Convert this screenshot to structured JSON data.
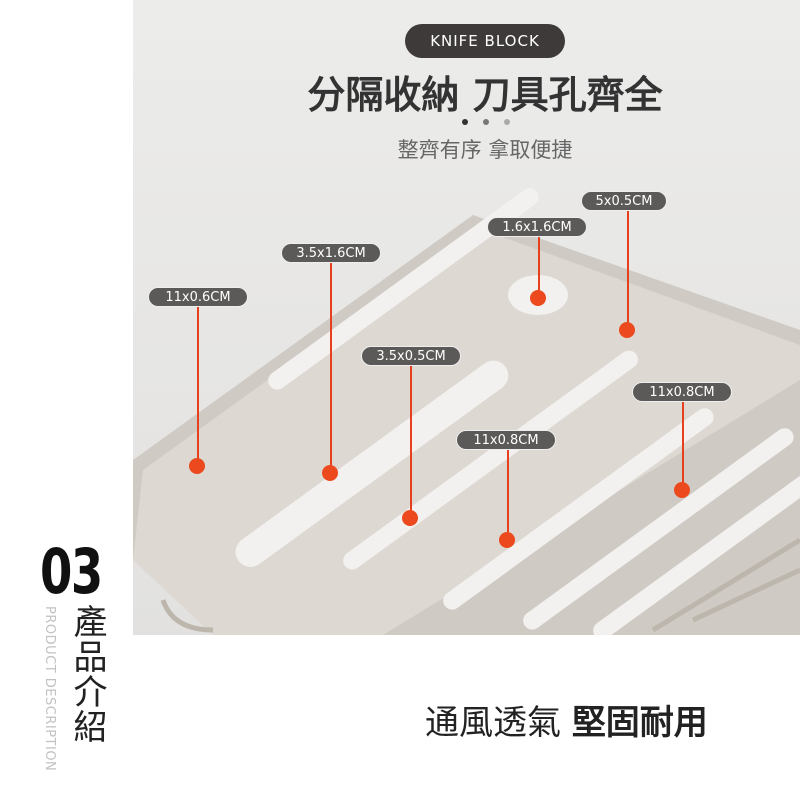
{
  "header": {
    "badge": "KNIFE BLOCK",
    "title": "分隔收納 刀具孔齊全",
    "subtitle": "整齊有序 拿取便捷",
    "dot_colors": [
      "#333333",
      "#777777",
      "#aaaaaa"
    ]
  },
  "dimensions": [
    "11x0.6CM",
    "3.5x1.6CM",
    "3.5x0.5CM",
    "1.6x1.6CM",
    "5x0.5CM",
    "11x0.8CM",
    "11x0.8CM"
  ],
  "section": {
    "number": "03",
    "title": "產品介紹",
    "english": "PRODUCT DESCRIPTION"
  },
  "footer": {
    "text_regular": "通風透氣",
    "text_bold": "堅固耐用"
  },
  "colors": {
    "accent": "#ec4a1e",
    "pill": "#5c5a59"
  }
}
